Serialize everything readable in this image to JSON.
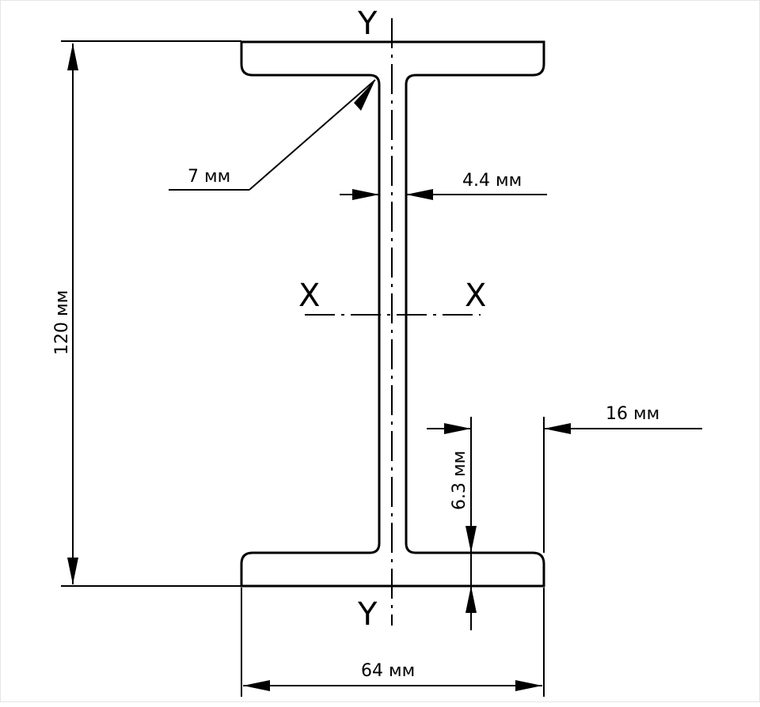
{
  "diagram": {
    "axes": {
      "y_top": "Y",
      "y_bottom": "Y",
      "x_left": "X",
      "x_right": "X"
    },
    "dimensions": {
      "height": "120 мм",
      "width": "64 мм",
      "web_thickness": "4.4 мм",
      "radius": "7 мм",
      "flange_thickness": "6.3 мм",
      "flange_overhang": "16 мм"
    }
  }
}
